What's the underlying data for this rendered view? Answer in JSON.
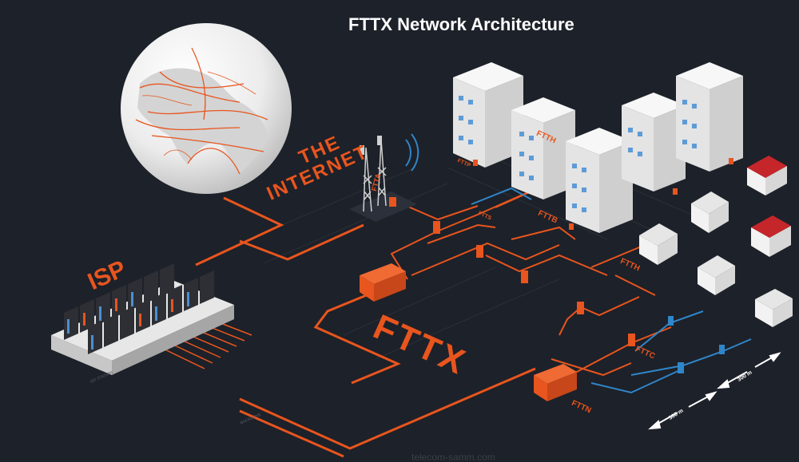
{
  "title": "FTTX Network Architecture",
  "labels": {
    "fttx": "FTTX",
    "isp": "ISP",
    "internet_line1": "THE",
    "internet_line2": "INTERNET",
    "ftta": "FTTA",
    "ftts": "FTTS",
    "fttb": "FTTB",
    "ftth_building": "FTTH",
    "ftth_houses": "FTTH",
    "fttp": "FTTP",
    "fttc": "FTTC",
    "fttn": "FTTN",
    "distance_1": "300 m",
    "distance_2": "300 m",
    "watermark": "telecom-samm.com",
    "isp_base_text": "ISP STATION",
    "core_base_text": "BACKBONE"
  },
  "colors": {
    "background": "#1d2129",
    "fiber": "#e8551e",
    "copper": "#2f86c9",
    "title": "#ffffff",
    "building": "#ffffff",
    "roof": "#c5262a"
  },
  "icons": [
    "globe-icon",
    "server-rack-icon",
    "cell-tower-icon",
    "node-cabinet-icon",
    "building-icon",
    "house-icon"
  ]
}
